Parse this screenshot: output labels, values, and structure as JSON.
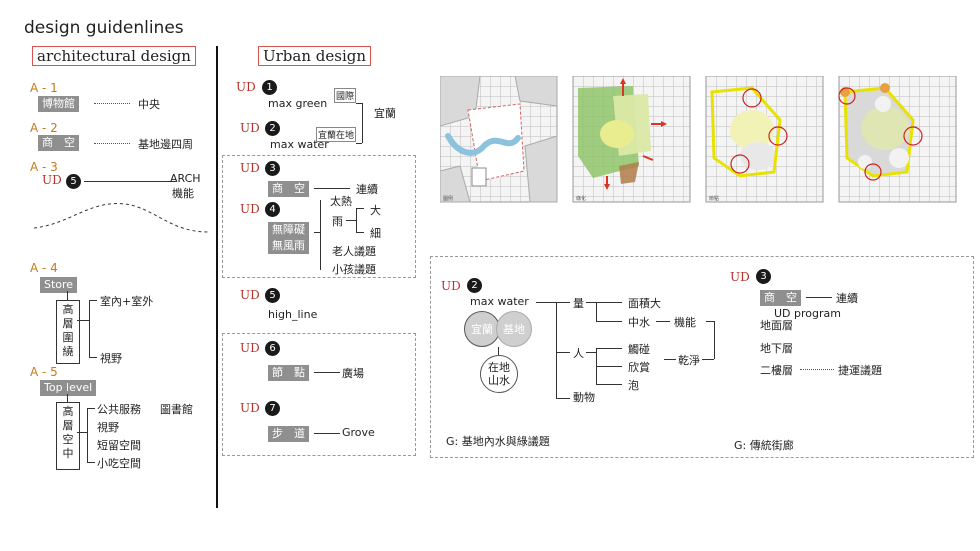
{
  "title": "design guidenlines",
  "left": {
    "heading": "architectural design",
    "a1": {
      "code": "A - 1",
      "box": "博物館",
      "target": "中央"
    },
    "a2": {
      "code": "A - 2",
      "box": "商　空",
      "target": "基地邊四周"
    },
    "a3": {
      "code": "A - 3",
      "ud": "UD",
      "num": "5",
      "target1": "ARCH",
      "target2": "機能"
    },
    "a4": {
      "code": "A - 4",
      "box": "Store",
      "vertical": "高\n層\n圍\n繞",
      "items": [
        "室內+室外",
        "視野"
      ]
    },
    "a5": {
      "code": "A - 5",
      "box": "Top level",
      "vertical": "高\n層\n空\n中",
      "items": [
        "公共服務",
        "圖書館",
        "視野",
        "短留空間",
        "小吃空間"
      ]
    }
  },
  "urban": {
    "heading": "Urban design",
    "ud1": {
      "ud": "UD",
      "num": "1",
      "text": "max  green",
      "tag": "國際"
    },
    "ud2": {
      "ud": "UD",
      "num": "2",
      "text": "max  water",
      "tag": "宜蘭在地"
    },
    "merge": "宜蘭",
    "ud3": {
      "ud": "UD",
      "num": "3",
      "box": "商　空",
      "target": "連續"
    },
    "ud4": {
      "ud": "UD",
      "num": "4",
      "box1": "無障礙",
      "box2": "無風雨",
      "items": [
        "太熱",
        "雨",
        "大",
        "細",
        "老人議題",
        "小孩議題"
      ]
    },
    "ud5": {
      "ud": "UD",
      "num": "5",
      "text": "high_line"
    },
    "ud6": {
      "ud": "UD",
      "num": "6",
      "box": "節　點",
      "target": "廣場"
    },
    "ud7": {
      "ud": "UD",
      "num": "7",
      "box": "步　道",
      "target": "Grove"
    }
  },
  "map_labels": [
    "圖例",
    "綠化",
    "節點"
  ],
  "water": {
    "ud": "UD",
    "num": "2",
    "title": "max  water",
    "circles": [
      "宜蘭",
      "基地",
      "在地\n山水"
    ],
    "tree": [
      "量",
      "面積大",
      "中水",
      "機能",
      "人",
      "觸碰",
      "欣賞",
      "泡",
      "乾淨",
      "動物"
    ],
    "caption": "G: 基地內水與綠議題"
  },
  "street": {
    "ud": "UD",
    "num": "3",
    "box": "商　空",
    "target": "連續",
    "program": "UD program",
    "items": [
      "地面層",
      "地下層",
      "二樓層",
      "捷運議題"
    ],
    "caption": "G: 傳統街廊"
  },
  "colors": {
    "accent_orange": "#c8791a",
    "ud_red": "#b8322a",
    "box_gray": "#8f8f8f",
    "map_green": "#8fc46a",
    "map_yellow": "#e8e200"
  }
}
